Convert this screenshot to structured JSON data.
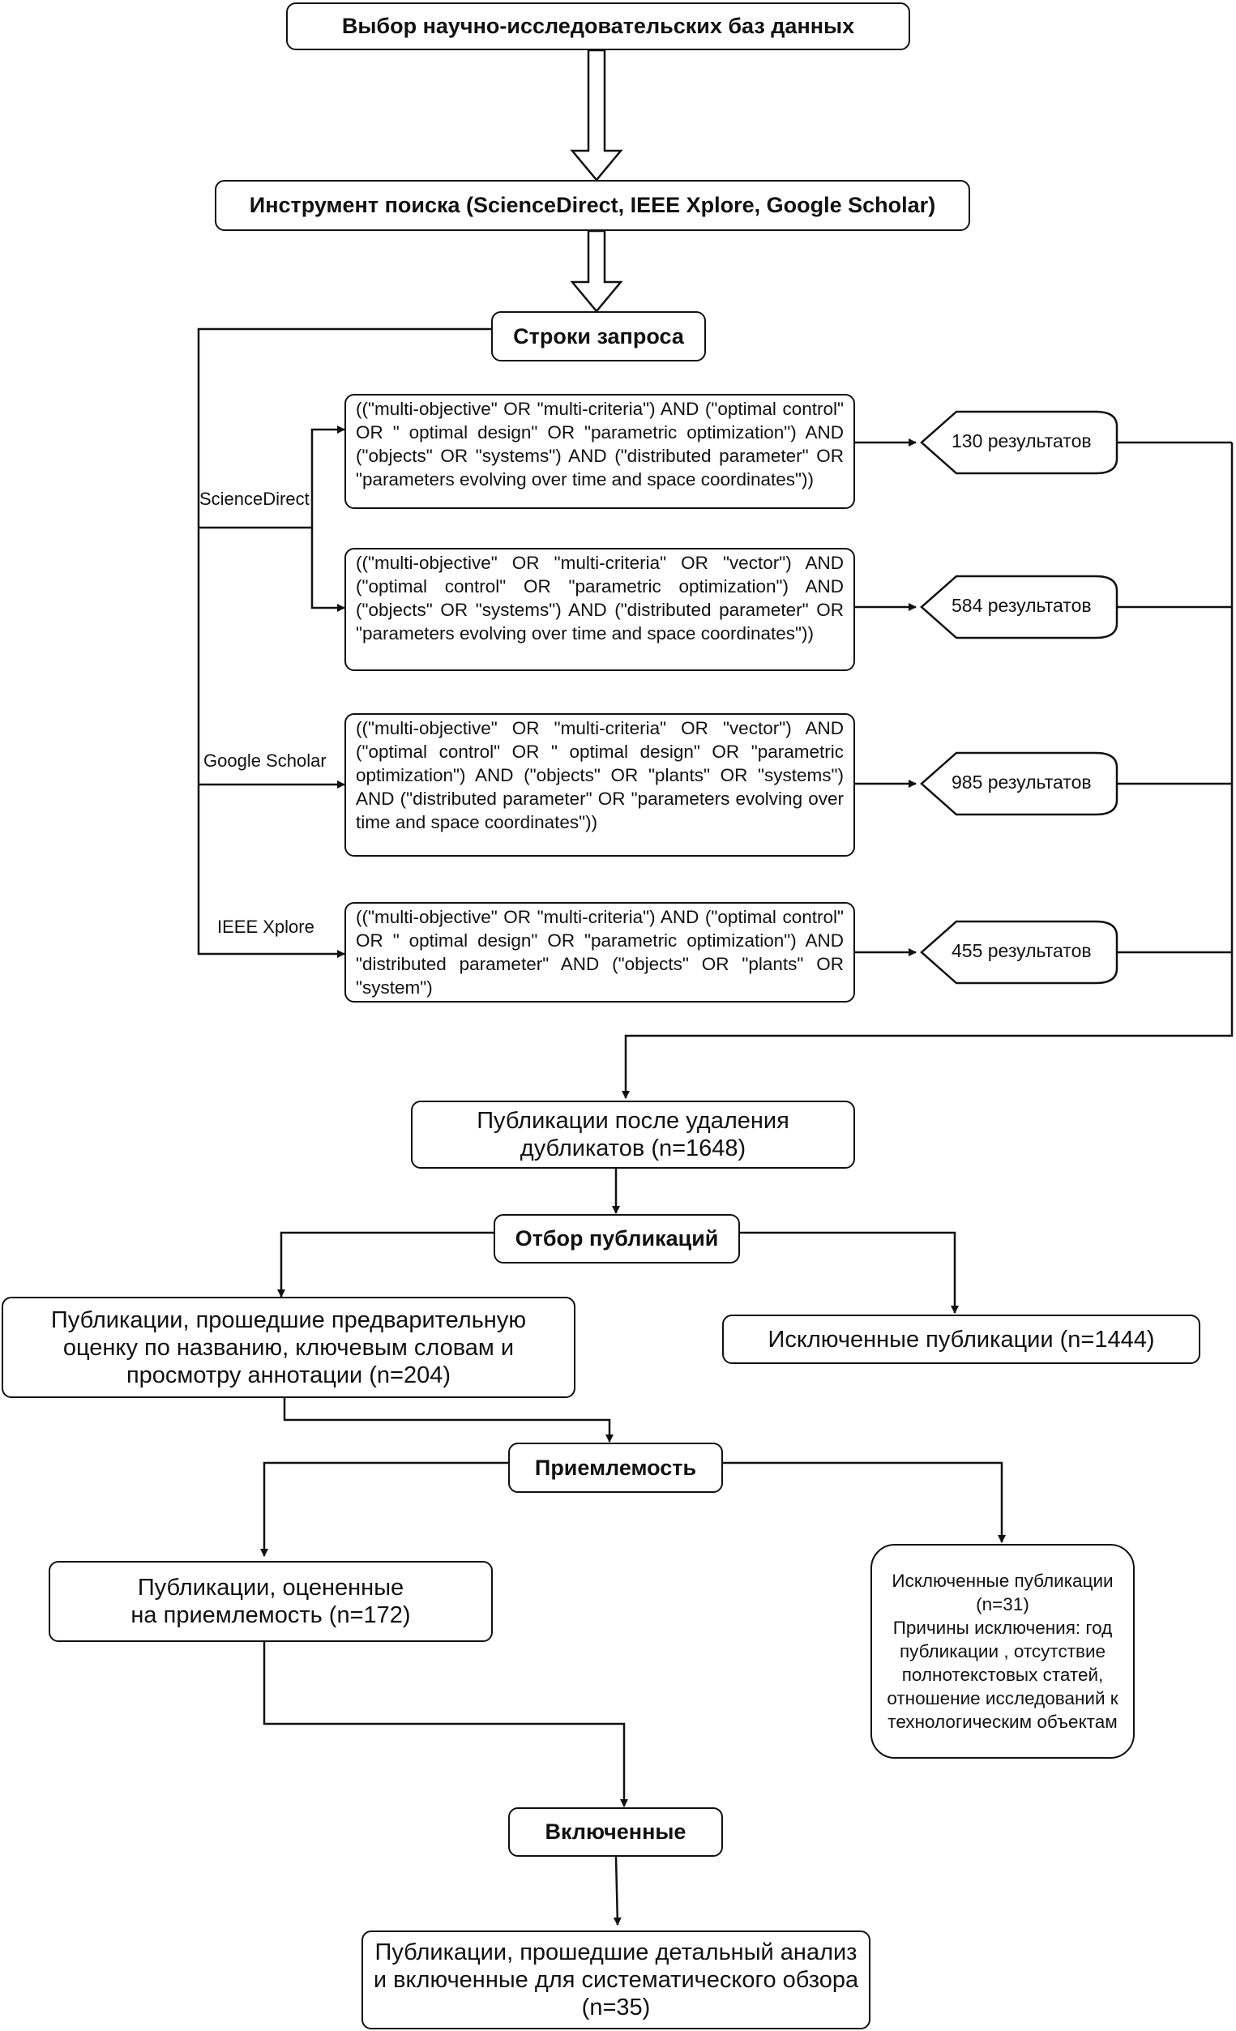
{
  "steps": {
    "db_selection": "Выбор научно-исследовательских баз данных",
    "search_tool": "Инструмент поиска (ScienceDirect, IEEE Xplore, Google Scholar)",
    "query_strings": "Строки запроса",
    "screening": "Отбор публикаций",
    "eligibility": "Приемлемость",
    "included": "Включенные"
  },
  "sources": {
    "sciencedirect": "ScienceDirect",
    "google_scholar": "Google Scholar",
    "ieee": "IEEE Xplore"
  },
  "queries": [
    {
      "text": "((\"multi-objective\" OR \"multi-criteria\") AND (\"optimal control\" OR \" optimal design\" OR \"parametric optimization\") AND (\"objects\" OR \"systems\") AND (\"distributed parameter\" OR \"parameters evolving over time and space coordinates\"))",
      "results": "130 результатов"
    },
    {
      "text": "((\"multi-objective\" OR \"multi-criteria\" OR \"vector\") AND (\"optimal control\" OR \"parametric optimization\") AND (\"objects\" OR \"systems\") AND (\"distributed parameter\" OR \"parameters evolving over time and space coordinates\"))",
      "results": "584 результатов"
    },
    {
      "text": "((\"multi-objective\" OR \"multi-criteria\" OR \"vector\") AND (\"optimal control\" OR \" optimal design\" OR \"parametric optimization\") AND (\"objects\" OR \"plants\" OR \"systems\") AND (\"distributed parameter\" OR \"parameters evolving over time and space coordinates\"))",
      "results": "985 результатов"
    },
    {
      "text": "((\"multi-objective\" OR \"multi-criteria\") AND (\"optimal control\" OR \" optimal design\" OR \"parametric optimization\") AND \"distributed parameter\" AND (\"objects\" OR \"plants\" OR \"system\")",
      "results": "455 результатов"
    }
  ],
  "nodes": {
    "after_dedup": "Публикации после удаления дубликатов  (n=1648)",
    "prelim_passed": "Публикации, прошедшие предварительную оценку по названию, ключевым словам и просмотру аннотации (n=204)",
    "excluded_1": "Исключенные публикации (n=1444)",
    "eligibility_assessed": "Публикации, оцененные на приемлемость   (n=172)",
    "excluded_2_title": "Исключенные публикации (n=31)",
    "excluded_2_reasons": "Причины исключения: год публикации , отсутствие полнотекстовых статей, отношение исследований к технологическим объектам",
    "final": "Публикации, прошедшие детальный анализ и включенные для систематического обзора (n=35)"
  }
}
